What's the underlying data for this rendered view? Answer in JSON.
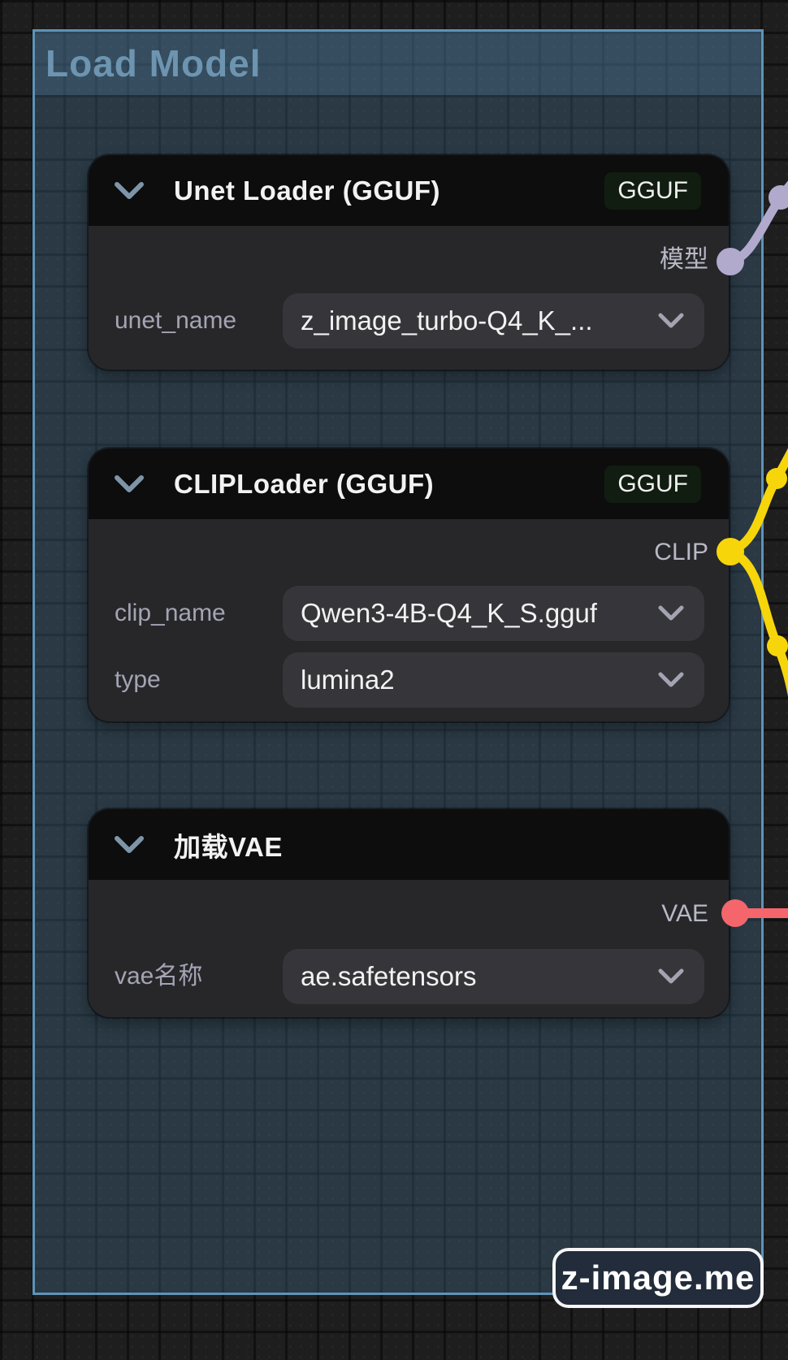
{
  "canvas": {
    "background_color": "#1e1e1e",
    "grid_line_color": "rgba(0,0,0,0.42)"
  },
  "group": {
    "title": "Load Model",
    "title_color": "#6d94b0",
    "border_color": "#5f93b8",
    "fill_color": "rgba(73,124,160,0.30)"
  },
  "nodes": [
    {
      "title": "Unet Loader (GGUF)",
      "badge": "GGUF",
      "outputs": [
        {
          "label": "模型",
          "color": "#b2aacd"
        }
      ],
      "widgets": [
        {
          "label": "unet_name",
          "value": "z_image_turbo-Q4_K_..."
        }
      ]
    },
    {
      "title": "CLIPLoader (GGUF)",
      "badge": "GGUF",
      "outputs": [
        {
          "label": "CLIP",
          "color": "#f6d60b"
        }
      ],
      "widgets": [
        {
          "label": "clip_name",
          "value": "Qwen3-4B-Q4_K_S.gguf"
        },
        {
          "label": "type",
          "value": "lumina2"
        }
      ]
    },
    {
      "title": "加载VAE",
      "badge": null,
      "outputs": [
        {
          "label": "VAE",
          "color": "#f4666c"
        }
      ],
      "widgets": [
        {
          "label": "vae名称",
          "value": "ae.safetensors"
        }
      ]
    }
  ],
  "wires": {
    "model": {
      "color": "#b2aacd"
    },
    "clip": {
      "color": "#f6d60b"
    },
    "vae": {
      "color": "#f4666c"
    }
  },
  "watermark": {
    "label": "z-image.me"
  }
}
